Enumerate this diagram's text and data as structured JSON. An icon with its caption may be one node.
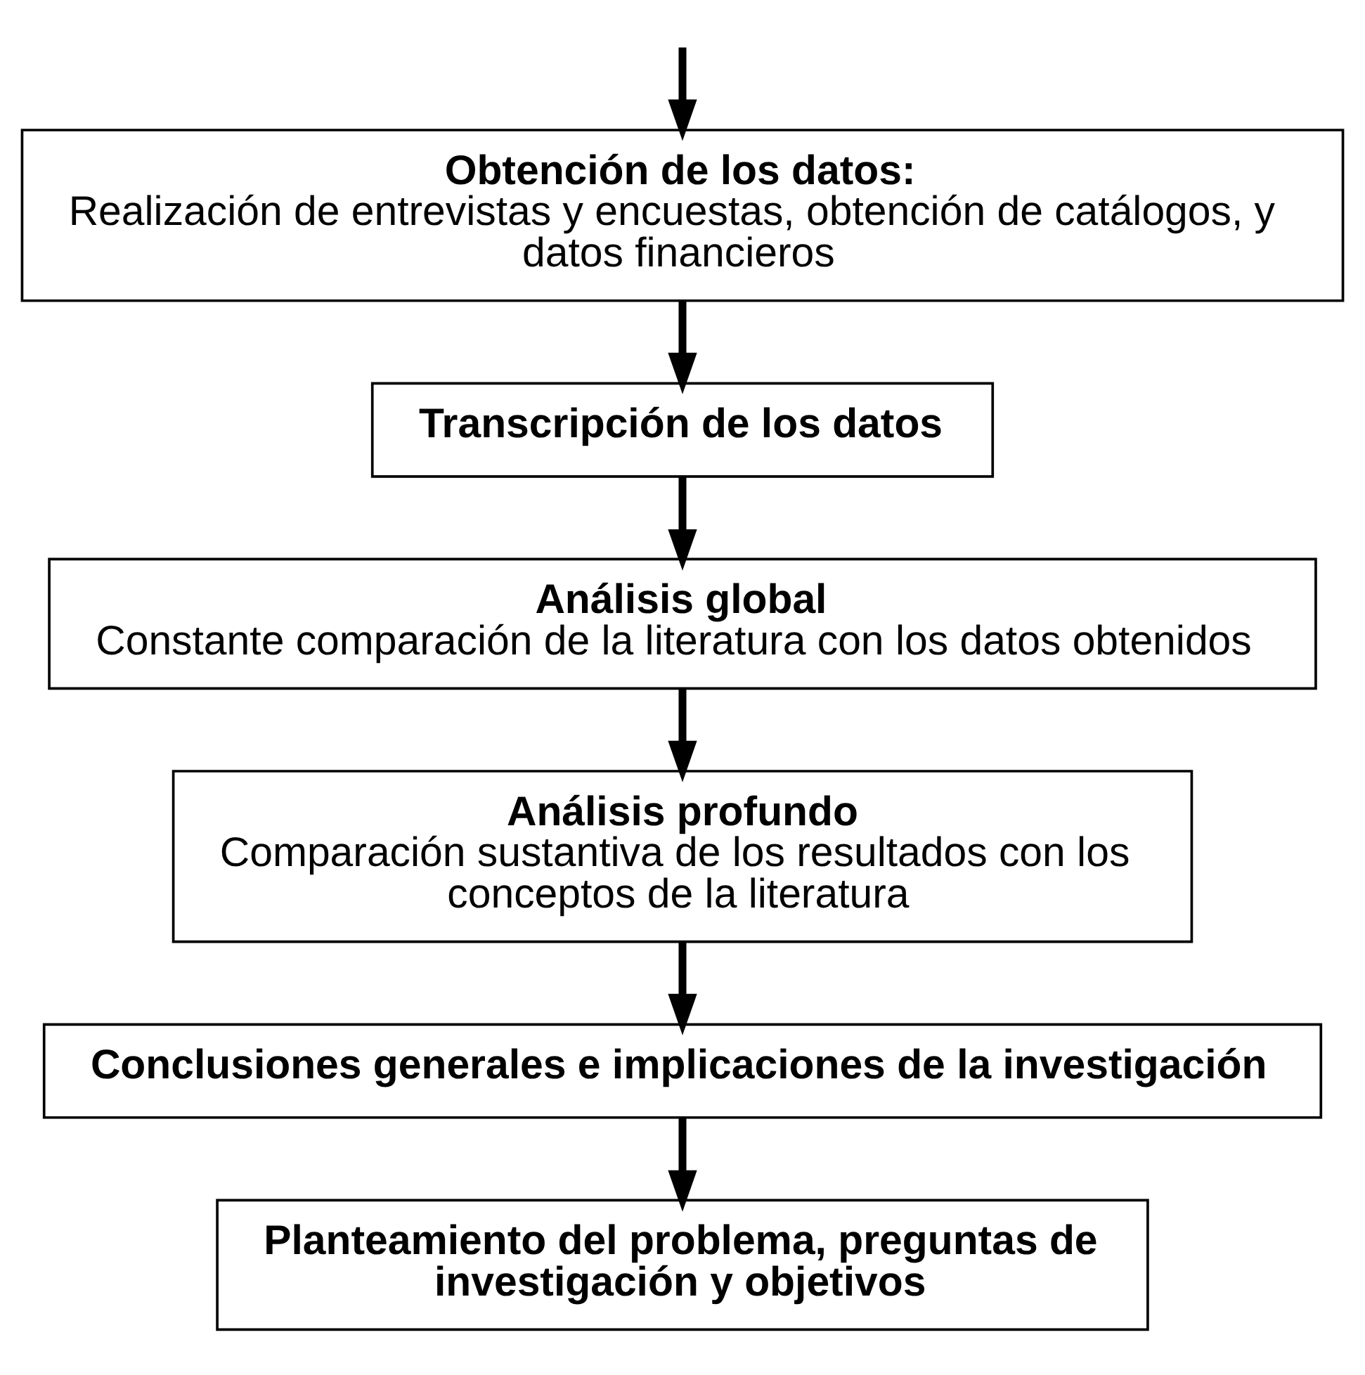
{
  "diagram": {
    "nodes": [
      {
        "text": [
          "Obtención de los datos:",
          "Realización de entrevistas y encuestas, obtención de catálogos, y datos financieros"
        ]
      },
      {
        "text": [
          "Transcripción de los datos"
        ]
      },
      {
        "text": [
          "Análisis global",
          "Constante comparación de la literatura con los datos obtenidos"
        ]
      },
      {
        "text": [
          "Análisis profundo",
          "Comparación sustantiva de los resultados con los conceptos de la literatura"
        ]
      },
      {
        "text": [
          "Conclusiones generales e implicaciones de la investigación"
        ]
      },
      {
        "text": [
          "Planteamiento del problema, preguntas de investigación y objetivos"
        ]
      }
    ],
    "edges": [
      {
        "from": null,
        "to": 0,
        "arrow": "to"
      },
      {
        "from": 0,
        "to": 1,
        "arrow": "to"
      },
      {
        "from": 1,
        "to": 2,
        "arrow": "to"
      },
      {
        "from": 2,
        "to": 3,
        "arrow": "to"
      },
      {
        "from": 3,
        "to": 4,
        "arrow": "to"
      },
      {
        "from": 4,
        "to": 5,
        "arrow": "to"
      }
    ]
  }
}
